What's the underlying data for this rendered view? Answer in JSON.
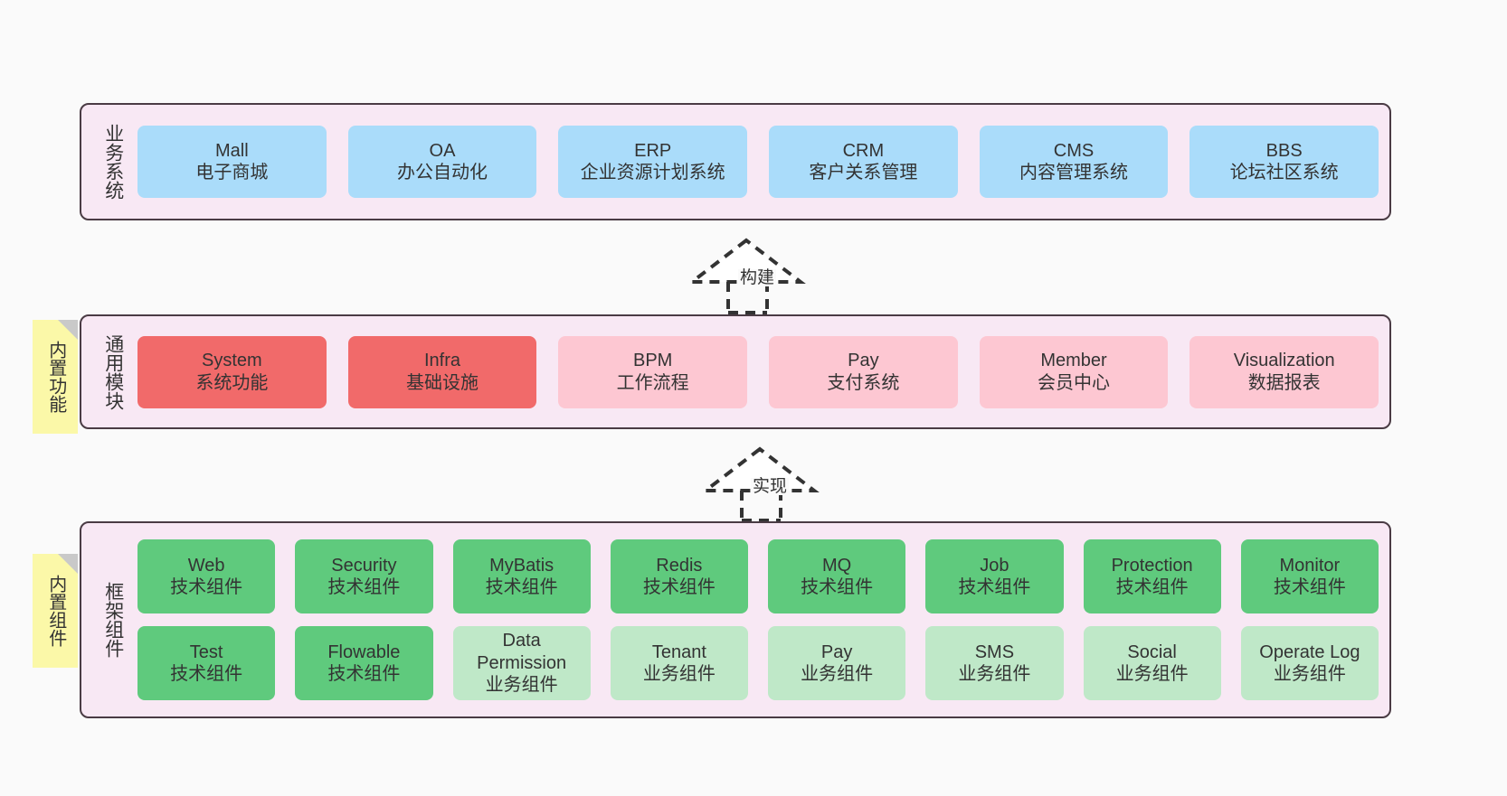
{
  "diagram": {
    "background_color": "#fafafa",
    "layer_fill": "#f8e8f4",
    "layer_border": "#4a3b44",
    "sticky_color": "#fbf8a8",
    "accent_blue": "#aadcfa",
    "accent_red": "#f16a6a",
    "accent_pink": "#fdc7d2",
    "accent_green": "#5fca7d",
    "accent_light_green": "#bfe8c8"
  },
  "layers": [
    {
      "id": "business-system",
      "label": "业务系统",
      "rows": [
        [
          {
            "en": "Mall",
            "cn": "电子商城",
            "color": "c-blue"
          },
          {
            "en": "OA",
            "cn": "办公自动化",
            "color": "c-blue"
          },
          {
            "en": "ERP",
            "cn": "企业资源计划系统",
            "color": "c-blue"
          },
          {
            "en": "CRM",
            "cn": "客户关系管理",
            "color": "c-blue"
          },
          {
            "en": "CMS",
            "cn": "内容管理系统",
            "color": "c-blue"
          },
          {
            "en": "BBS",
            "cn": "论坛社区系统",
            "color": "c-blue"
          }
        ]
      ]
    },
    {
      "id": "common-module",
      "label": "通用模块",
      "sticky": "内置功能",
      "rows": [
        [
          {
            "en": "System",
            "cn": "系统功能",
            "color": "c-red"
          },
          {
            "en": "Infra",
            "cn": "基础设施",
            "color": "c-red"
          },
          {
            "en": "BPM",
            "cn": "工作流程",
            "color": "c-pink"
          },
          {
            "en": "Pay",
            "cn": "支付系统",
            "color": "c-pink"
          },
          {
            "en": "Member",
            "cn": "会员中心",
            "color": "c-pink"
          },
          {
            "en": "Visualization",
            "cn": "数据报表",
            "color": "c-pink"
          }
        ]
      ]
    },
    {
      "id": "framework-component",
      "label": "框架组件",
      "sticky": "内置组件",
      "rows": [
        [
          {
            "en": "Web",
            "cn": "技术组件",
            "color": "c-green"
          },
          {
            "en": "Security",
            "cn": "技术组件",
            "color": "c-green"
          },
          {
            "en": "MyBatis",
            "cn": "技术组件",
            "color": "c-green"
          },
          {
            "en": "Redis",
            "cn": "技术组件",
            "color": "c-green"
          },
          {
            "en": "MQ",
            "cn": "技术组件",
            "color": "c-green"
          },
          {
            "en": "Job",
            "cn": "技术组件",
            "color": "c-green"
          },
          {
            "en": "Protection",
            "cn": "技术组件",
            "color": "c-green"
          },
          {
            "en": "Monitor",
            "cn": "技术组件",
            "color": "c-green"
          }
        ],
        [
          {
            "en": "Test",
            "cn": "技术组件",
            "color": "c-green"
          },
          {
            "en": "Flowable",
            "cn": "技术组件",
            "color": "c-green"
          },
          {
            "en": "Data Permission",
            "cn": "业务组件",
            "color": "c-lightgreen"
          },
          {
            "en": "Tenant",
            "cn": "业务组件",
            "color": "c-lightgreen"
          },
          {
            "en": "Pay",
            "cn": "业务组件",
            "color": "c-lightgreen"
          },
          {
            "en": "SMS",
            "cn": "业务组件",
            "color": "c-lightgreen"
          },
          {
            "en": "Social",
            "cn": "业务组件",
            "color": "c-lightgreen"
          },
          {
            "en": "Operate Log",
            "cn": "业务组件",
            "color": "c-lightgreen"
          }
        ]
      ]
    }
  ],
  "connectors": [
    {
      "id": "connector-build",
      "label": "构建"
    },
    {
      "id": "connector-implement",
      "label": "实现"
    }
  ]
}
